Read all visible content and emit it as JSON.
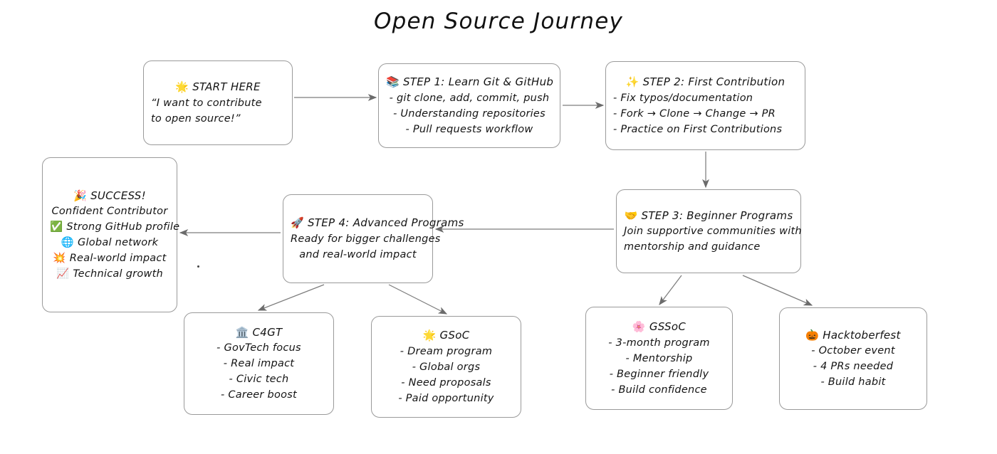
{
  "diagram": {
    "title": "Open Source Journey",
    "background": "#ffffff",
    "stroke_color": "#9a9a9a",
    "arrow_color": "#6b6b6b",
    "text_color": "#141414"
  },
  "nodes": {
    "start": {
      "id": "start-here",
      "emoji": "🌟",
      "emoji_name": "glowing-star-icon",
      "heading": "START HERE",
      "lines": [
        "“I want to contribute",
        "to open source!”"
      ]
    },
    "step1": {
      "id": "step-1",
      "emoji": "📚",
      "emoji_name": "books-icon",
      "heading": "STEP 1: Learn Git & GitHub",
      "lines": [
        "- git clone, add, commit, push",
        "- Understanding repositories",
        "- Pull requests workflow"
      ]
    },
    "step2": {
      "id": "step-2",
      "emoji": "✨",
      "emoji_name": "sparkles-icon",
      "heading": "STEP 2: First Contribution",
      "lines": [
        "- Fix typos/documentation",
        "- Fork → Clone → Change → PR",
        "- Practice on First Contributions"
      ]
    },
    "step3": {
      "id": "step-3",
      "emoji": "🤝",
      "emoji_name": "handshake-icon",
      "heading": "STEP 3: Beginner Programs",
      "lines": [
        "Join supportive communities with",
        "mentorship and guidance"
      ]
    },
    "step4": {
      "id": "step-4",
      "emoji": "🚀",
      "emoji_name": "rocket-icon",
      "heading": "STEP 4: Advanced Programs",
      "lines": [
        "Ready for bigger challenges",
        "and real-world impact"
      ]
    },
    "success": {
      "id": "success",
      "emoji": "🎉",
      "emoji_name": "party-popper-icon",
      "heading": "SUCCESS!",
      "subtitle": "Confident Contributor",
      "items": [
        {
          "emoji": "✅",
          "emoji_name": "check-mark-button-icon",
          "label": "Strong GitHub profile"
        },
        {
          "emoji": "🌐",
          "emoji_name": "globe-with-meridians-icon",
          "label": "Global network"
        },
        {
          "emoji": "💥",
          "emoji_name": "collision-icon",
          "label": "Real-world impact"
        },
        {
          "emoji": "📈",
          "emoji_name": "chart-increasing-icon",
          "label": "Technical growth"
        }
      ]
    },
    "c4gt": {
      "id": "c4gt",
      "emoji": "🏛️",
      "emoji_name": "classical-building-icon",
      "heading": "C4GT",
      "lines": [
        "- GovTech focus",
        "- Real impact",
        "- Civic tech",
        "- Career boost"
      ]
    },
    "gsoc": {
      "id": "gsoc",
      "emoji": "🌟",
      "emoji_name": "glowing-star-icon",
      "heading": "GSoC",
      "lines": [
        "- Dream program",
        "- Global orgs",
        "- Need proposals",
        "- Paid opportunity"
      ]
    },
    "gssoc": {
      "id": "gssoc",
      "emoji": "🌸",
      "emoji_name": "cherry-blossom-icon",
      "heading": "GSSoC",
      "lines": [
        "- 3-month program",
        "- Mentorship",
        "- Beginner friendly",
        "- Build confidence"
      ]
    },
    "hacktoberfest": {
      "id": "hacktoberfest",
      "emoji": "🎃",
      "emoji_name": "jack-o-lantern-icon",
      "heading": "Hacktoberfest",
      "lines": [
        "- October event",
        "- 4 PRs needed",
        "- Build habit"
      ]
    }
  },
  "edges": [
    {
      "from": "start-here",
      "to": "step-1",
      "direction": "right"
    },
    {
      "from": "step-1",
      "to": "step-2",
      "direction": "right"
    },
    {
      "from": "step-2",
      "to": "step-3",
      "direction": "down"
    },
    {
      "from": "step-3",
      "to": "step-4",
      "direction": "left"
    },
    {
      "from": "step-4",
      "to": "success",
      "direction": "left"
    },
    {
      "from": "step-4",
      "to": "c4gt",
      "direction": "down-left"
    },
    {
      "from": "step-4",
      "to": "gsoc",
      "direction": "down-right"
    },
    {
      "from": "step-3",
      "to": "gssoc",
      "direction": "down-left"
    },
    {
      "from": "step-3",
      "to": "hacktoberfest",
      "direction": "down-right"
    }
  ]
}
